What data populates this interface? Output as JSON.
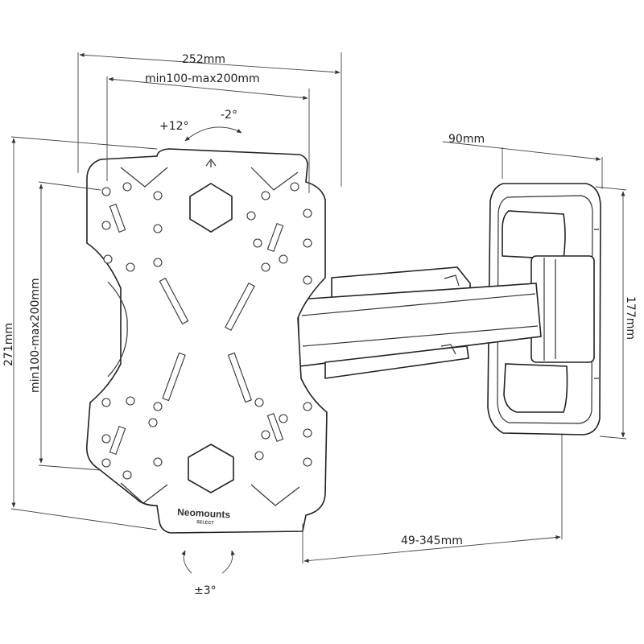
{
  "dimensions": {
    "overall_width": "252mm",
    "vesa_width": "min100-max200mm",
    "overall_height": "271mm",
    "vesa_height": "min100-max200mm",
    "wall_plate_width": "90mm",
    "wall_plate_height": "177mm",
    "extension": "49-345mm"
  },
  "angles": {
    "tilt_up": "+12°",
    "tilt_down": "-2°",
    "rotation": "±3°"
  },
  "brand": {
    "name": "Neomounts",
    "line": "SELECT"
  },
  "colors": {
    "line": "#222222",
    "fill": "#ffffff"
  }
}
